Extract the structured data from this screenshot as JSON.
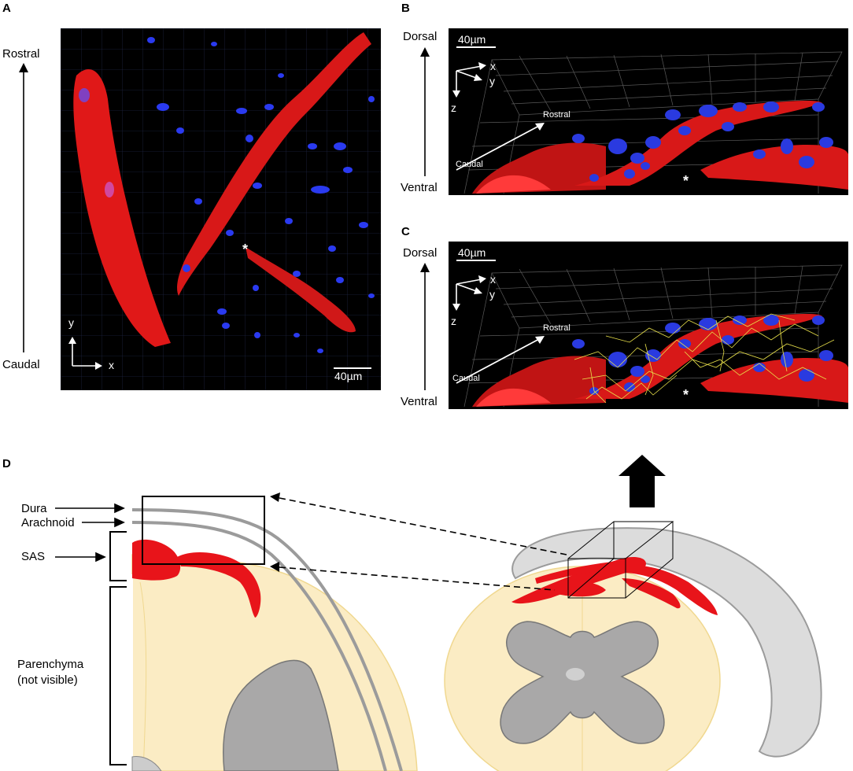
{
  "panels": {
    "A": {
      "letter": "A",
      "rostral": "Rostral",
      "caudal": "Caudal",
      "axis_y": "y",
      "axis_x": "x",
      "scale": "40µm",
      "marker": "*"
    },
    "B": {
      "letter": "B",
      "dorsal": "Dorsal",
      "ventral": "Ventral",
      "scale": "40µm",
      "axis_x": "x",
      "axis_y": "y",
      "axis_z": "z",
      "rostral": "Rostral",
      "caudal": "Caudal",
      "marker": "*"
    },
    "C": {
      "letter": "C",
      "dorsal": "Dorsal",
      "ventral": "Ventral",
      "scale": "40µm",
      "axis_x": "x",
      "axis_y": "y",
      "axis_z": "z",
      "rostral": "Rostral",
      "caudal": "Caudal",
      "marker": "*"
    },
    "D": {
      "letter": "D",
      "dura": "Dura",
      "arachnoid": "Arachnoid",
      "sas": "SAS",
      "parenchyma_line1": "Parenchyma",
      "parenchyma_line2": "(not visible)"
    }
  },
  "colors": {
    "vessel_red": "#e8141a",
    "cell_blue": "#2b3ff0",
    "fiber_yellow": "#e8e04a",
    "parenchyma": "#fbecc4",
    "grey_matter": "#a9a8a8",
    "meninges": "#b5b5b5",
    "panel_bg": "#000000"
  }
}
